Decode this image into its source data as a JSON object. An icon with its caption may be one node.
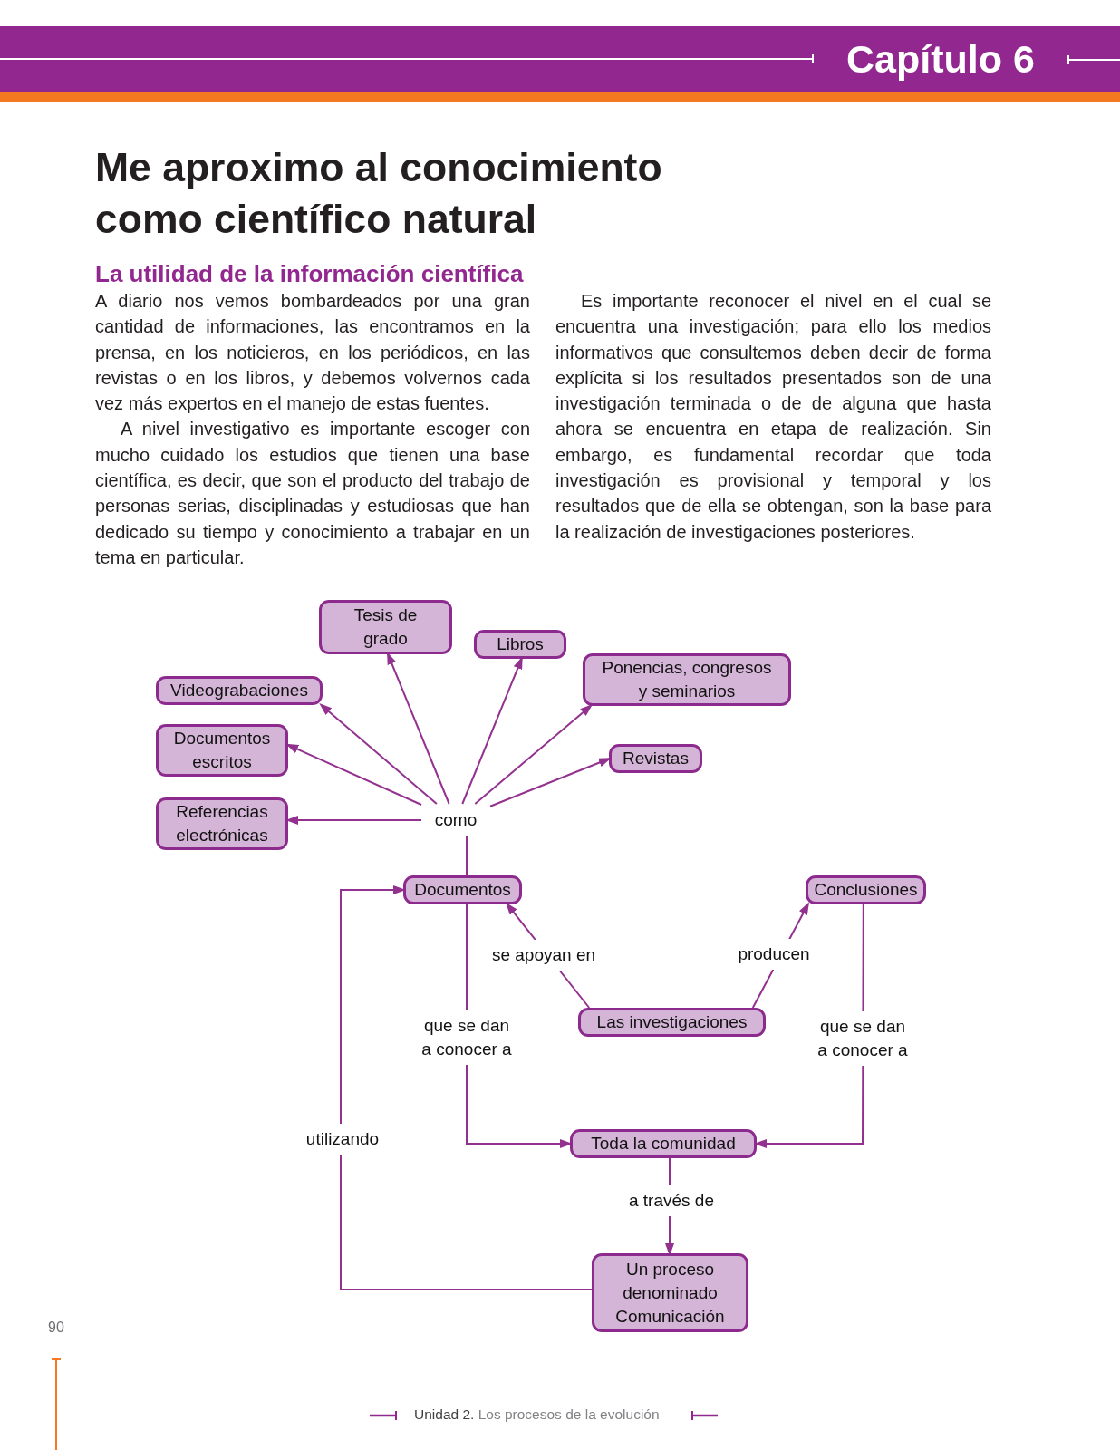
{
  "diagram": {
    "title": "Me aproximo al conocimiento como científico natural",
    "nodes": [
      {
        "text": [
          "Tesis de grado"
        ]
      },
      {
        "text": [
          "Libros"
        ]
      },
      {
        "text": [
          "Videograbaciones"
        ]
      },
      {
        "text": [
          "Ponencias, congresos y seminarios"
        ]
      },
      {
        "text": [
          "Documentos escritos"
        ]
      },
      {
        "text": [
          "Revistas"
        ]
      },
      {
        "text": [
          "Referencias electrónicas"
        ]
      },
      {
        "text": [
          "como"
        ]
      },
      {
        "text": [
          "Documentos"
        ]
      },
      {
        "text": [
          "Conclusiones"
        ]
      },
      {
        "text": [
          "Las investigaciones"
        ]
      },
      {
        "text": [
          "Toda la comunidad"
        ]
      },
      {
        "text": [
          "Un proceso denominado Comunicación"
        ]
      }
    ],
    "edges": [
      {
        "from": 7,
        "to": 0,
        "arrow": "to"
      },
      {
        "from": 7,
        "to": 1,
        "arrow": "to"
      },
      {
        "from": 7,
        "to": 2,
        "arrow": "to"
      },
      {
        "from": 7,
        "to": 3,
        "arrow": "to"
      },
      {
        "from": 7,
        "to": 4,
        "arrow": "to"
      },
      {
        "from": 7,
        "to": 5,
        "arrow": "to"
      },
      {
        "from": 7,
        "to": 6,
        "arrow": "to"
      },
      {
        "from": 8,
        "to": 7,
        "arrow": "none"
      },
      {
        "from": 10,
        "to": 8,
        "label": "se apoyan en",
        "arrow": "to"
      },
      {
        "from": 10,
        "to": 9,
        "label": "producen",
        "arrow": "to"
      },
      {
        "from": 8,
        "to": 11,
        "label": "que se dan a conocer a",
        "arrow": "to"
      },
      {
        "from": 9,
        "to": 11,
        "label": "que se dan a conocer a",
        "arrow": "to"
      },
      {
        "from": 11,
        "to": 12,
        "label": "a través de",
        "arrow": "to"
      },
      {
        "from": 12,
        "to": 8,
        "label": "utilizando",
        "arrow": "to"
      }
    ],
    "labels": [
      "Capítulo 6",
      "La utilidad de la información científica",
      "A diario nos vemos bombardeados por una gran cantidad de informaciones, las encontramos en la prensa, en los noticieros, en los periódicos, en las revistas o en los libros, y debemos volvernos cada vez más expertos en el manejo de estas fuentes.",
      "A nivel investigativo es importante escoger con mucho cuidado los estudios que tienen una base científica, es decir, que son el producto del trabajo de personas serias, disciplinadas y estudiosas que han dedicado su tiempo y conocimiento a trabajar en un tema en particular.",
      "Es importante reconocer el nivel en el cual se encuentra una investigación; para ello los medios informativos que consultemos deben decir de forma explícita si los resultados presentados son de una investigación terminada o de de alguna que hasta ahora se encuentra en etapa de realización. Sin embargo, es fundamental recordar que toda investigación es provisional y temporal y los resultados que de ella se obtengan, son la base para la realización de investigaciones posteriores.",
      "90",
      "**Unidad 2.** Los procesos de la evolución"
    ]
  }
}
